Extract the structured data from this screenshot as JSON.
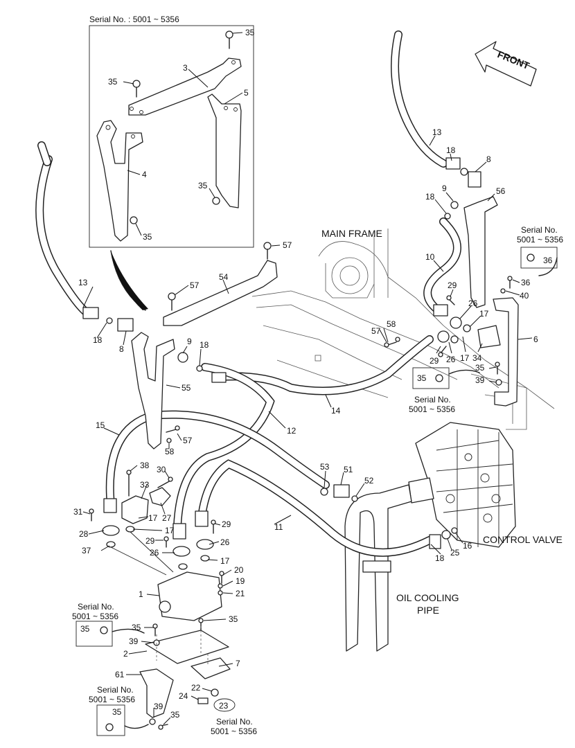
{
  "serial_note": "Serial No. : 5001 ~ 5356",
  "front": "FRONT",
  "labels": {
    "main_frame": "MAIN FRAME",
    "control_valve": "CONTROL VALVE",
    "oil_cooling_1": "OIL COOLING",
    "oil_cooling_2": "PIPE"
  },
  "serial_boxes": [
    {
      "line1": "Serial No.",
      "line2": "5001 ~ 5356",
      "part": "36"
    },
    {
      "line1": "Serial No.",
      "line2": "5001 ~ 5356",
      "part": "35"
    },
    {
      "line1": "Serial No.",
      "line2": "5001 ~ 5356",
      "part": "35"
    },
    {
      "line1": "Serial No.",
      "line2": "5001 ~ 5356",
      "part": "35"
    },
    {
      "line1": "Serial No.",
      "line2": "5001 ~ 5356",
      "part": "23"
    }
  ],
  "callouts": {
    "c35a": "35",
    "c3": "3",
    "c35b": "35",
    "c5": "5",
    "c4": "4",
    "c35c": "35",
    "c35d": "35",
    "c57a": "57",
    "c54": "54",
    "c57b": "57",
    "c13a": "13",
    "c18a": "18",
    "c8a": "8",
    "c9a": "9",
    "c18b": "18",
    "c55": "55",
    "c15": "15",
    "c12": "12",
    "c14": "14",
    "c57c": "57",
    "c58a": "58",
    "c38": "38",
    "c30": "30",
    "c33": "33",
    "c27": "27",
    "c31": "31",
    "c17a": "17",
    "c28": "28",
    "c17b": "17",
    "c29a": "29",
    "c29b": "29",
    "c26a": "26",
    "c26b": "26",
    "c37": "37",
    "c17c": "17",
    "c20": "20",
    "c19": "19",
    "c21": "21",
    "c1": "1",
    "c35e": "35",
    "c35f": "35",
    "c39a": "39",
    "c2": "2",
    "c7": "7",
    "c61": "61",
    "c22": "22",
    "c24": "24",
    "c39b": "39",
    "c35g": "35",
    "c11": "11",
    "c53": "53",
    "c51": "51",
    "c52": "52",
    "c13b": "13",
    "c18c": "18",
    "c8b": "8",
    "c9b": "9",
    "c18d": "18",
    "c56": "56",
    "c10": "10",
    "c29c": "29",
    "c26c": "26",
    "c17d": "17",
    "c57d": "57",
    "c58b": "58",
    "c29d": "29",
    "c26d": "26",
    "c17e": "17",
    "c34": "34",
    "c36": "36",
    "c40": "40",
    "c6": "6",
    "c35h": "35",
    "c39c": "39",
    "c18e": "18",
    "c25": "25",
    "c16": "16"
  }
}
